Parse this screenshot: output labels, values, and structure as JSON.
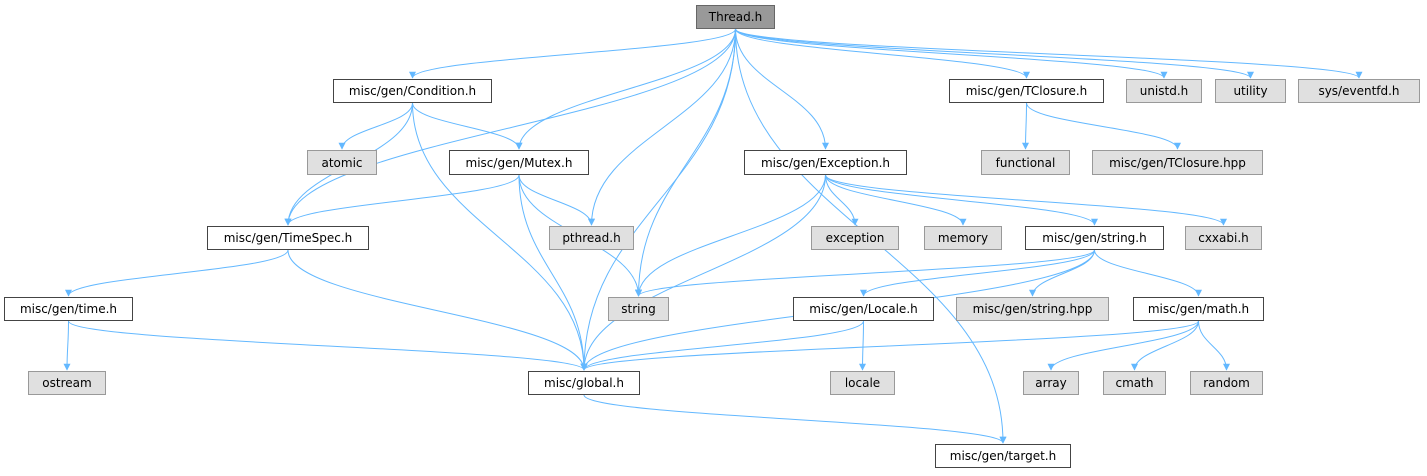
{
  "graph": {
    "edge_color": "#63b8ff",
    "node_fill": "#ffffff",
    "system_header_fill": "#e0e0e0",
    "root_fill": "#999999",
    "nodes": [
      {
        "id": "thread",
        "label": "Thread.h",
        "kind": "root"
      },
      {
        "id": "condition",
        "label": "misc/gen/Condition.h",
        "kind": "local"
      },
      {
        "id": "tclosure",
        "label": "misc/gen/TClosure.h",
        "kind": "local"
      },
      {
        "id": "unistd",
        "label": "unistd.h",
        "kind": "system"
      },
      {
        "id": "utility",
        "label": "utility",
        "kind": "system"
      },
      {
        "id": "eventfd",
        "label": "sys/eventfd.h",
        "kind": "system"
      },
      {
        "id": "atomic",
        "label": "atomic",
        "kind": "system"
      },
      {
        "id": "mutex",
        "label": "misc/gen/Mutex.h",
        "kind": "local"
      },
      {
        "id": "exception_h",
        "label": "misc/gen/Exception.h",
        "kind": "local"
      },
      {
        "id": "functional",
        "label": "functional",
        "kind": "system"
      },
      {
        "id": "tclosure_hpp",
        "label": "misc/gen/TClosure.hpp",
        "kind": "system"
      },
      {
        "id": "timespec",
        "label": "misc/gen/TimeSpec.h",
        "kind": "local"
      },
      {
        "id": "pthread",
        "label": "pthread.h",
        "kind": "system"
      },
      {
        "id": "exception",
        "label": "exception",
        "kind": "system"
      },
      {
        "id": "memory",
        "label": "memory",
        "kind": "system"
      },
      {
        "id": "string_h",
        "label": "misc/gen/string.h",
        "kind": "local"
      },
      {
        "id": "cxxabi",
        "label": "cxxabi.h",
        "kind": "system"
      },
      {
        "id": "time_h",
        "label": "misc/gen/time.h",
        "kind": "local"
      },
      {
        "id": "string",
        "label": "string",
        "kind": "system"
      },
      {
        "id": "locale_h",
        "label": "misc/gen/Locale.h",
        "kind": "local"
      },
      {
        "id": "string_hpp",
        "label": "misc/gen/string.hpp",
        "kind": "system"
      },
      {
        "id": "math_h",
        "label": "misc/gen/math.h",
        "kind": "local"
      },
      {
        "id": "ostream",
        "label": "ostream",
        "kind": "system"
      },
      {
        "id": "global",
        "label": "misc/global.h",
        "kind": "local"
      },
      {
        "id": "locale",
        "label": "locale",
        "kind": "system"
      },
      {
        "id": "array",
        "label": "array",
        "kind": "system"
      },
      {
        "id": "cmath",
        "label": "cmath",
        "kind": "system"
      },
      {
        "id": "random",
        "label": "random",
        "kind": "system"
      },
      {
        "id": "target",
        "label": "misc/gen/target.h",
        "kind": "local"
      }
    ],
    "edges": [
      [
        "thread",
        "condition"
      ],
      [
        "thread",
        "tclosure"
      ],
      [
        "thread",
        "unistd"
      ],
      [
        "thread",
        "utility"
      ],
      [
        "thread",
        "eventfd"
      ],
      [
        "thread",
        "mutex"
      ],
      [
        "thread",
        "exception_h"
      ],
      [
        "thread",
        "timespec"
      ],
      [
        "thread",
        "pthread"
      ],
      [
        "thread",
        "string"
      ],
      [
        "thread",
        "global"
      ],
      [
        "thread",
        "target"
      ],
      [
        "condition",
        "atomic"
      ],
      [
        "condition",
        "mutex"
      ],
      [
        "condition",
        "timespec"
      ],
      [
        "condition",
        "global"
      ],
      [
        "tclosure",
        "functional"
      ],
      [
        "tclosure",
        "tclosure_hpp"
      ],
      [
        "mutex",
        "timespec"
      ],
      [
        "mutex",
        "pthread"
      ],
      [
        "mutex",
        "string"
      ],
      [
        "mutex",
        "global"
      ],
      [
        "exception_h",
        "exception"
      ],
      [
        "exception_h",
        "memory"
      ],
      [
        "exception_h",
        "string_h"
      ],
      [
        "exception_h",
        "cxxabi"
      ],
      [
        "exception_h",
        "string"
      ],
      [
        "exception_h",
        "global"
      ],
      [
        "timespec",
        "time_h"
      ],
      [
        "timespec",
        "global"
      ],
      [
        "time_h",
        "ostream"
      ],
      [
        "time_h",
        "global"
      ],
      [
        "string_h",
        "string"
      ],
      [
        "string_h",
        "locale_h"
      ],
      [
        "string_h",
        "string_hpp"
      ],
      [
        "string_h",
        "math_h"
      ],
      [
        "string_h",
        "global"
      ],
      [
        "locale_h",
        "locale"
      ],
      [
        "locale_h",
        "global"
      ],
      [
        "math_h",
        "array"
      ],
      [
        "math_h",
        "cmath"
      ],
      [
        "math_h",
        "random"
      ],
      [
        "math_h",
        "global"
      ],
      [
        "global",
        "target"
      ]
    ]
  }
}
